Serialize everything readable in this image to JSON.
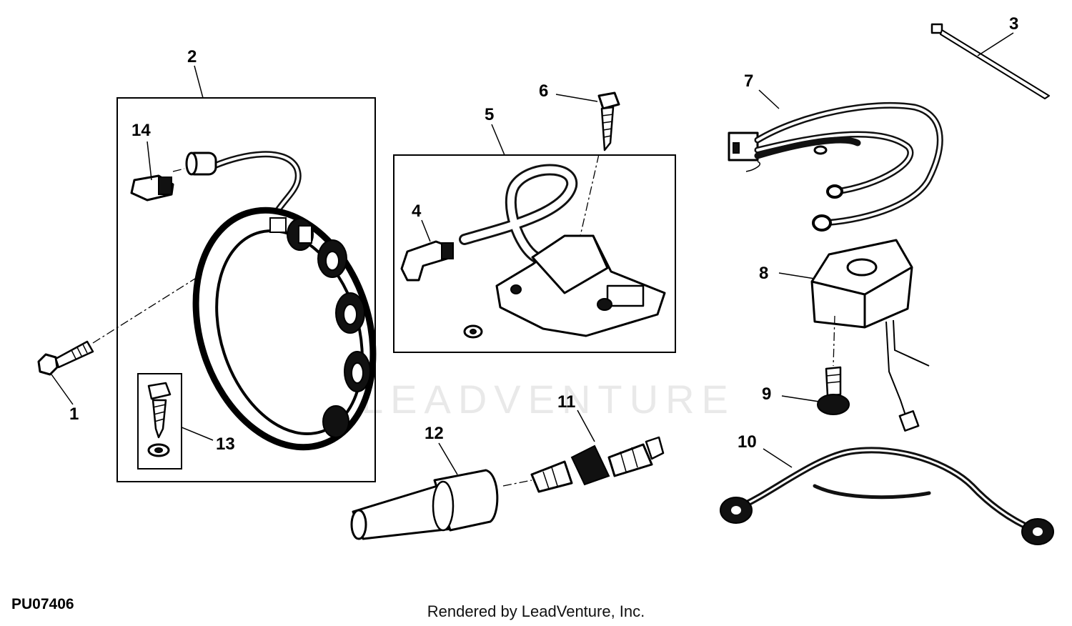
{
  "watermark": "LEADVENTURE",
  "figure_id": "PU07406",
  "footer": "Rendered by LeadVenture, Inc.",
  "callouts": [
    "1",
    "2",
    "3",
    "4",
    "5",
    "6",
    "7",
    "8",
    "9",
    "10",
    "11",
    "12",
    "13",
    "14"
  ]
}
